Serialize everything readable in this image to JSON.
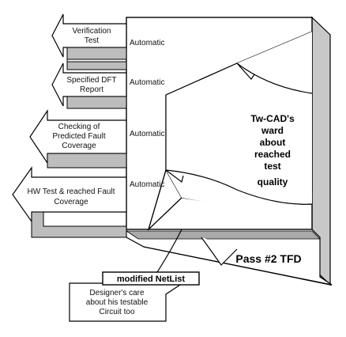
{
  "arrows": [
    {
      "lines": [
        "Verification",
        "Test"
      ]
    },
    {
      "lines": [
        "Specified  DFT",
        "Report"
      ]
    },
    {
      "lines": [
        "Checking  of",
        "Predicted  Fault",
        "Coverage"
      ]
    },
    {
      "lines": [
        "HW Test & reached Fault",
        "Coverage"
      ]
    }
  ],
  "automatic_labels": [
    "Automatic",
    "Automatic",
    "Automatic",
    "Automatic"
  ],
  "document_note": [
    "Tw-CAD's",
    "ward",
    "about",
    "reached",
    "test",
    "quality"
  ],
  "callout_title": "Pass #2 TFD",
  "netlist_label": "modified  NetList",
  "designer_note": [
    "Designer's care",
    "about his testable",
    "Circuit too"
  ],
  "colors": {
    "stroke": "#000000",
    "shadow": "#bdbdbd",
    "paper": "#ffffff"
  }
}
